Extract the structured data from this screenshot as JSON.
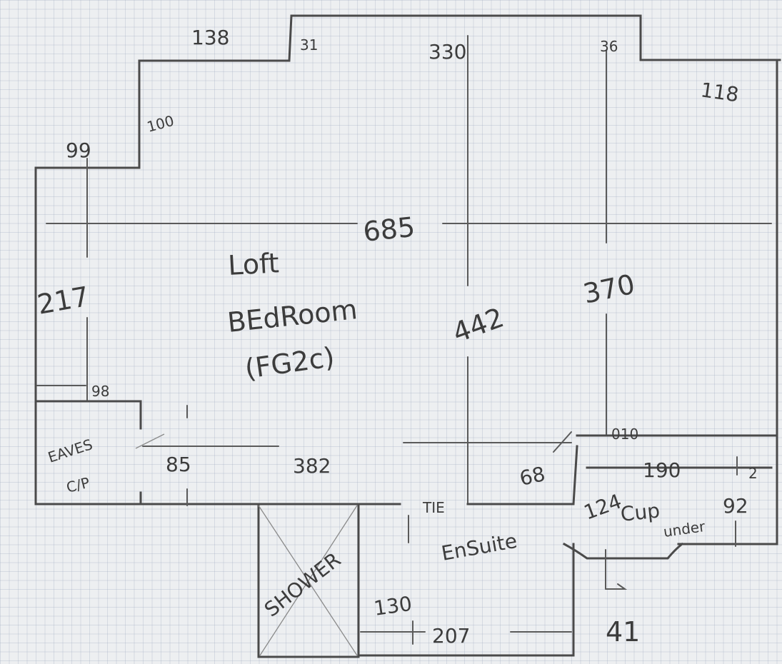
{
  "rooms": {
    "main": {
      "line1": "Loft",
      "line2": "BEdRoom",
      "line3": "(FG2c)"
    },
    "eaves_cupboard": {
      "line1": "EAVES",
      "line2": "C/P"
    },
    "shower": "SHOWER",
    "ensuite": "EnSuite",
    "tile": "TIE",
    "cupboard": {
      "line1": "Cup",
      "line2": "under"
    }
  },
  "dimensions": {
    "d138": "138",
    "d31": "31",
    "d330": "330",
    "d36": "36",
    "d118": "118",
    "d100": "100",
    "d99": "99",
    "d685": "685",
    "d217": "217",
    "d442": "442",
    "d370": "370",
    "d98": "98",
    "d85": "85",
    "d382": "382",
    "d68": "68",
    "d10": "010",
    "d190": "190",
    "d124": "124",
    "d92": "92",
    "d130": "130",
    "d207": "207",
    "d41": "41",
    "d2": "2"
  }
}
